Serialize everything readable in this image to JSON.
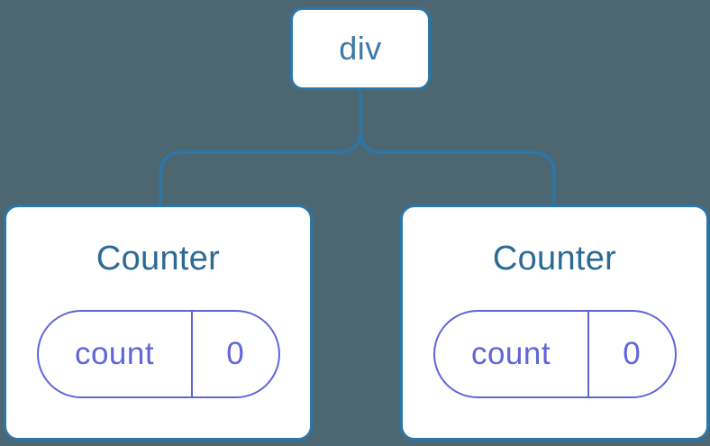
{
  "colors": {
    "bg": "#4d6772",
    "line": "#2d76a8",
    "card-border": "#2d76a8",
    "card-bg": "#ffffff",
    "root-text": "#3b7aa9",
    "title-text": "#2b6b95",
    "pill": "#6065d9"
  },
  "tree": {
    "root": {
      "label": "div"
    },
    "children": [
      {
        "title": "Counter",
        "state_key": "count",
        "state_value": "0"
      },
      {
        "title": "Counter",
        "state_key": "count",
        "state_value": "0"
      }
    ]
  }
}
